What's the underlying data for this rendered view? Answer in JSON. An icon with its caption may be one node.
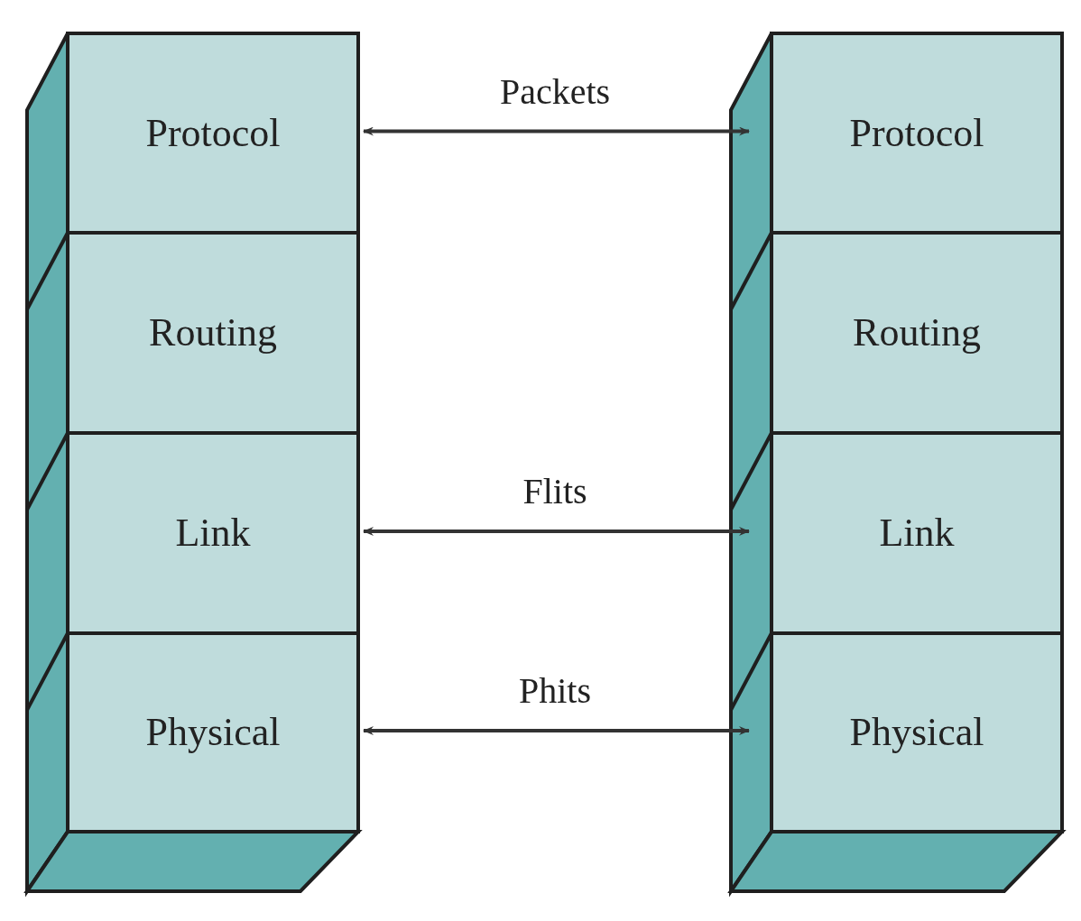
{
  "diagram": {
    "nodes": [
      {
        "text": [
          "Protocol"
        ]
      },
      {
        "text": [
          "Routing"
        ]
      },
      {
        "text": [
          "Link"
        ]
      },
      {
        "text": [
          "Physical"
        ]
      },
      {
        "text": [
          "Protocol"
        ]
      },
      {
        "text": [
          "Routing"
        ]
      },
      {
        "text": [
          "Link"
        ]
      },
      {
        "text": [
          "Physical"
        ]
      }
    ],
    "edges": [
      {
        "from": 0,
        "to": 4,
        "arrow": "both",
        "label": "Packets"
      },
      {
        "from": 2,
        "to": 6,
        "arrow": "both",
        "label": "Flits"
      },
      {
        "from": 3,
        "to": 7,
        "arrow": "both",
        "label": "Phits"
      }
    ]
  }
}
